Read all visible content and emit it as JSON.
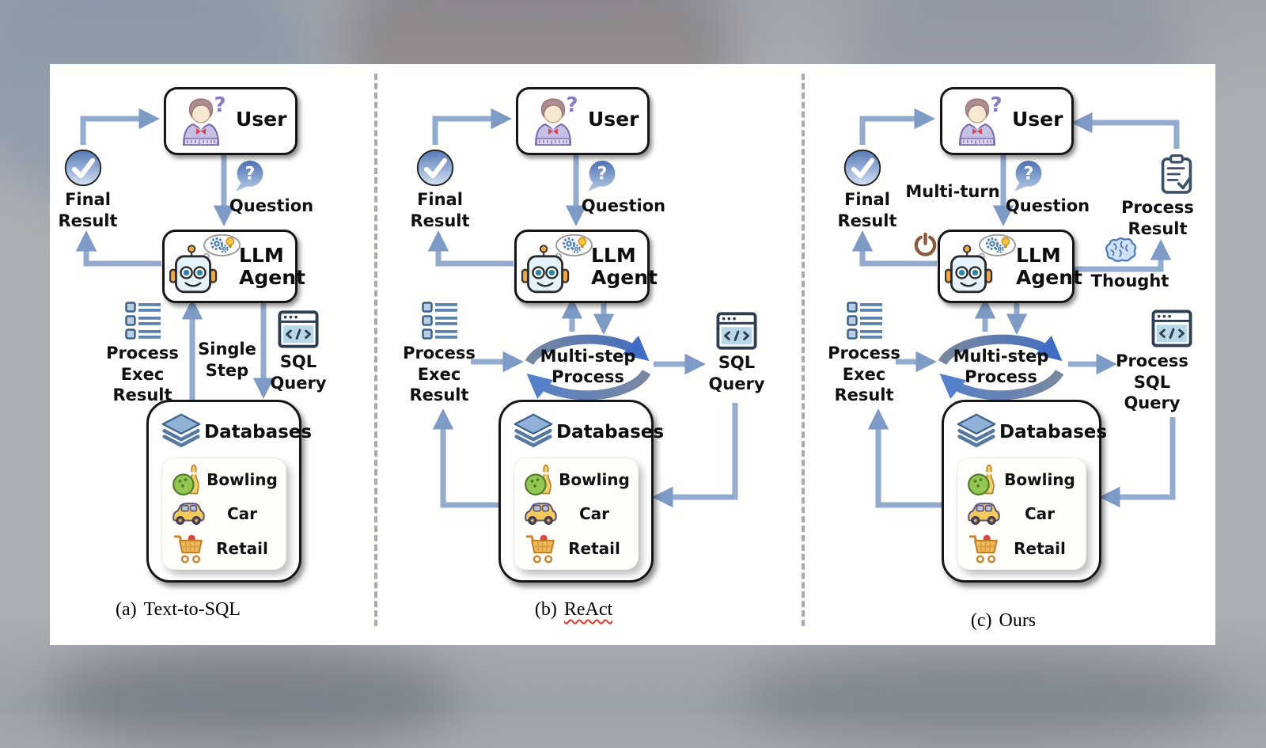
{
  "panels": {
    "a": {
      "caption_prefix": "(a)",
      "caption_name": "Text-to-SQL",
      "user": "User",
      "final_result": "Final Result",
      "question": "Question",
      "agent": "LLM Agent",
      "process_exec": "Process Exec Result",
      "single_step": "Single Step",
      "sql_query": "SQL Query",
      "databases": "Databases",
      "db_items": [
        "Bowling",
        "Car",
        "Retail"
      ]
    },
    "b": {
      "caption_prefix": "(b)",
      "caption_name": "ReAct",
      "user": "User",
      "final_result": "Final Result",
      "question": "Question",
      "agent": "LLM Agent",
      "process_exec": "Process Exec Result",
      "multi_step": "Multi-step Process",
      "sql_query": "SQL Query",
      "databases": "Databases",
      "db_items": [
        "Bowling",
        "Car",
        "Retail"
      ]
    },
    "c": {
      "caption_prefix": "(c)",
      "caption_name": "Ours",
      "user": "User",
      "final_result": "Final Result",
      "multi_turn": "Multi-turn",
      "question": "Question",
      "agent": "LLM Agent",
      "process_result": "Process Result",
      "thought": "Thought",
      "process_exec": "Process Exec Result",
      "multi_step": "Multi-step Process",
      "process_sql": "Process SQL Query",
      "databases": "Databases",
      "db_items": [
        "Bowling",
        "Car",
        "Retail"
      ]
    }
  },
  "colors": {
    "arrow": "#92abce",
    "arrow_head": "#7e9bc6",
    "cycle_grey": "#79889f",
    "cycle_blue": "#3f6cc4",
    "power_icon": "#8a5a40",
    "brain_icon": "#4a78b8",
    "squiggle": "#e0392e"
  }
}
